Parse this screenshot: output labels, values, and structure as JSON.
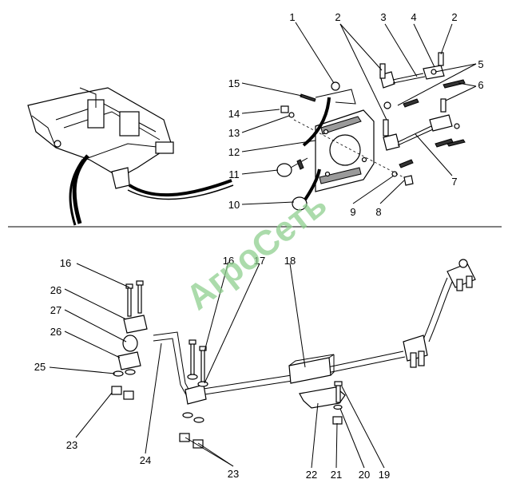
{
  "watermark": "АгроСеть",
  "callouts": [
    {
      "id": "c1",
      "text": "1"
    },
    {
      "id": "c2a",
      "text": "2"
    },
    {
      "id": "c3",
      "text": "3"
    },
    {
      "id": "c4",
      "text": "4"
    },
    {
      "id": "c2b",
      "text": "2"
    },
    {
      "id": "c5",
      "text": "5"
    },
    {
      "id": "c6",
      "text": "6"
    },
    {
      "id": "c7",
      "text": "7"
    },
    {
      "id": "c8",
      "text": "8"
    },
    {
      "id": "c9",
      "text": "9"
    },
    {
      "id": "c10",
      "text": "10"
    },
    {
      "id": "c11",
      "text": "11"
    },
    {
      "id": "c12",
      "text": "12"
    },
    {
      "id": "c13",
      "text": "13"
    },
    {
      "id": "c14",
      "text": "14"
    },
    {
      "id": "c15",
      "text": "15"
    },
    {
      "id": "c16a",
      "text": "16"
    },
    {
      "id": "c16b",
      "text": "16"
    },
    {
      "id": "c17",
      "text": "17"
    },
    {
      "id": "c18",
      "text": "18"
    },
    {
      "id": "c26a",
      "text": "26"
    },
    {
      "id": "c27",
      "text": "27"
    },
    {
      "id": "c26b",
      "text": "26"
    },
    {
      "id": "c25",
      "text": "25"
    },
    {
      "id": "c23a",
      "text": "23"
    },
    {
      "id": "c24",
      "text": "24"
    },
    {
      "id": "c23b",
      "text": "23"
    },
    {
      "id": "c22",
      "text": "22"
    },
    {
      "id": "c21",
      "text": "21"
    },
    {
      "id": "c20",
      "text": "20"
    },
    {
      "id": "c19",
      "text": "19"
    }
  ]
}
